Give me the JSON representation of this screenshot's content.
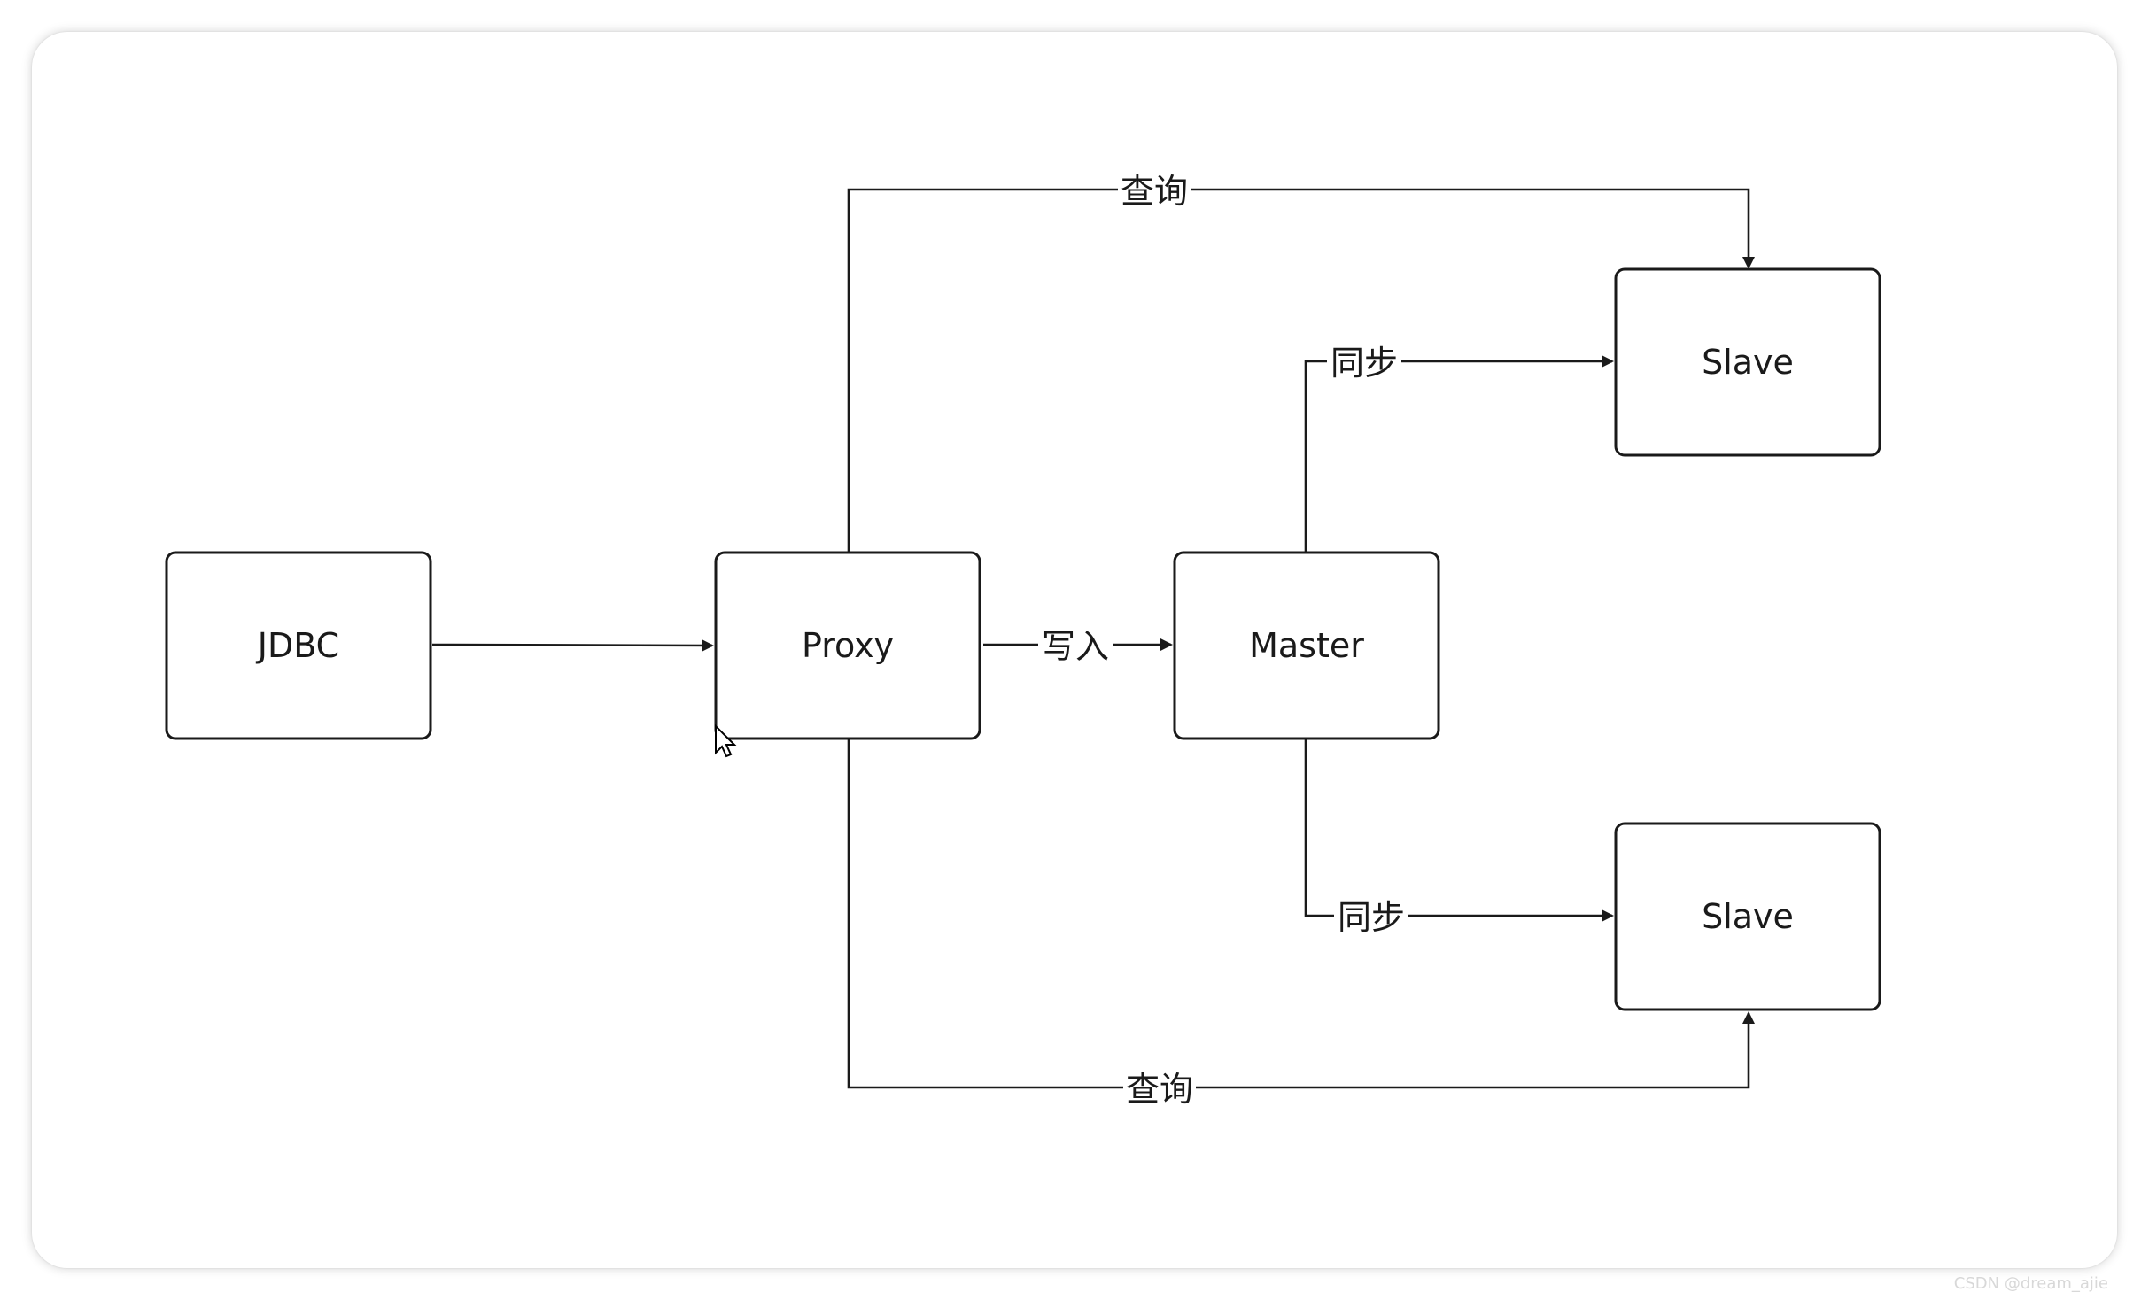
{
  "nodes": {
    "jdbc": "JDBC",
    "proxy": "Proxy",
    "master": "Master",
    "slave_top": "Slave",
    "slave_bottom": "Slave"
  },
  "edges": {
    "query_top": "查询",
    "query_bottom": "查询",
    "write": "写入",
    "sync_top": "同步",
    "sync_bottom": "同步"
  },
  "watermark": "CSDN @dream_ajie"
}
